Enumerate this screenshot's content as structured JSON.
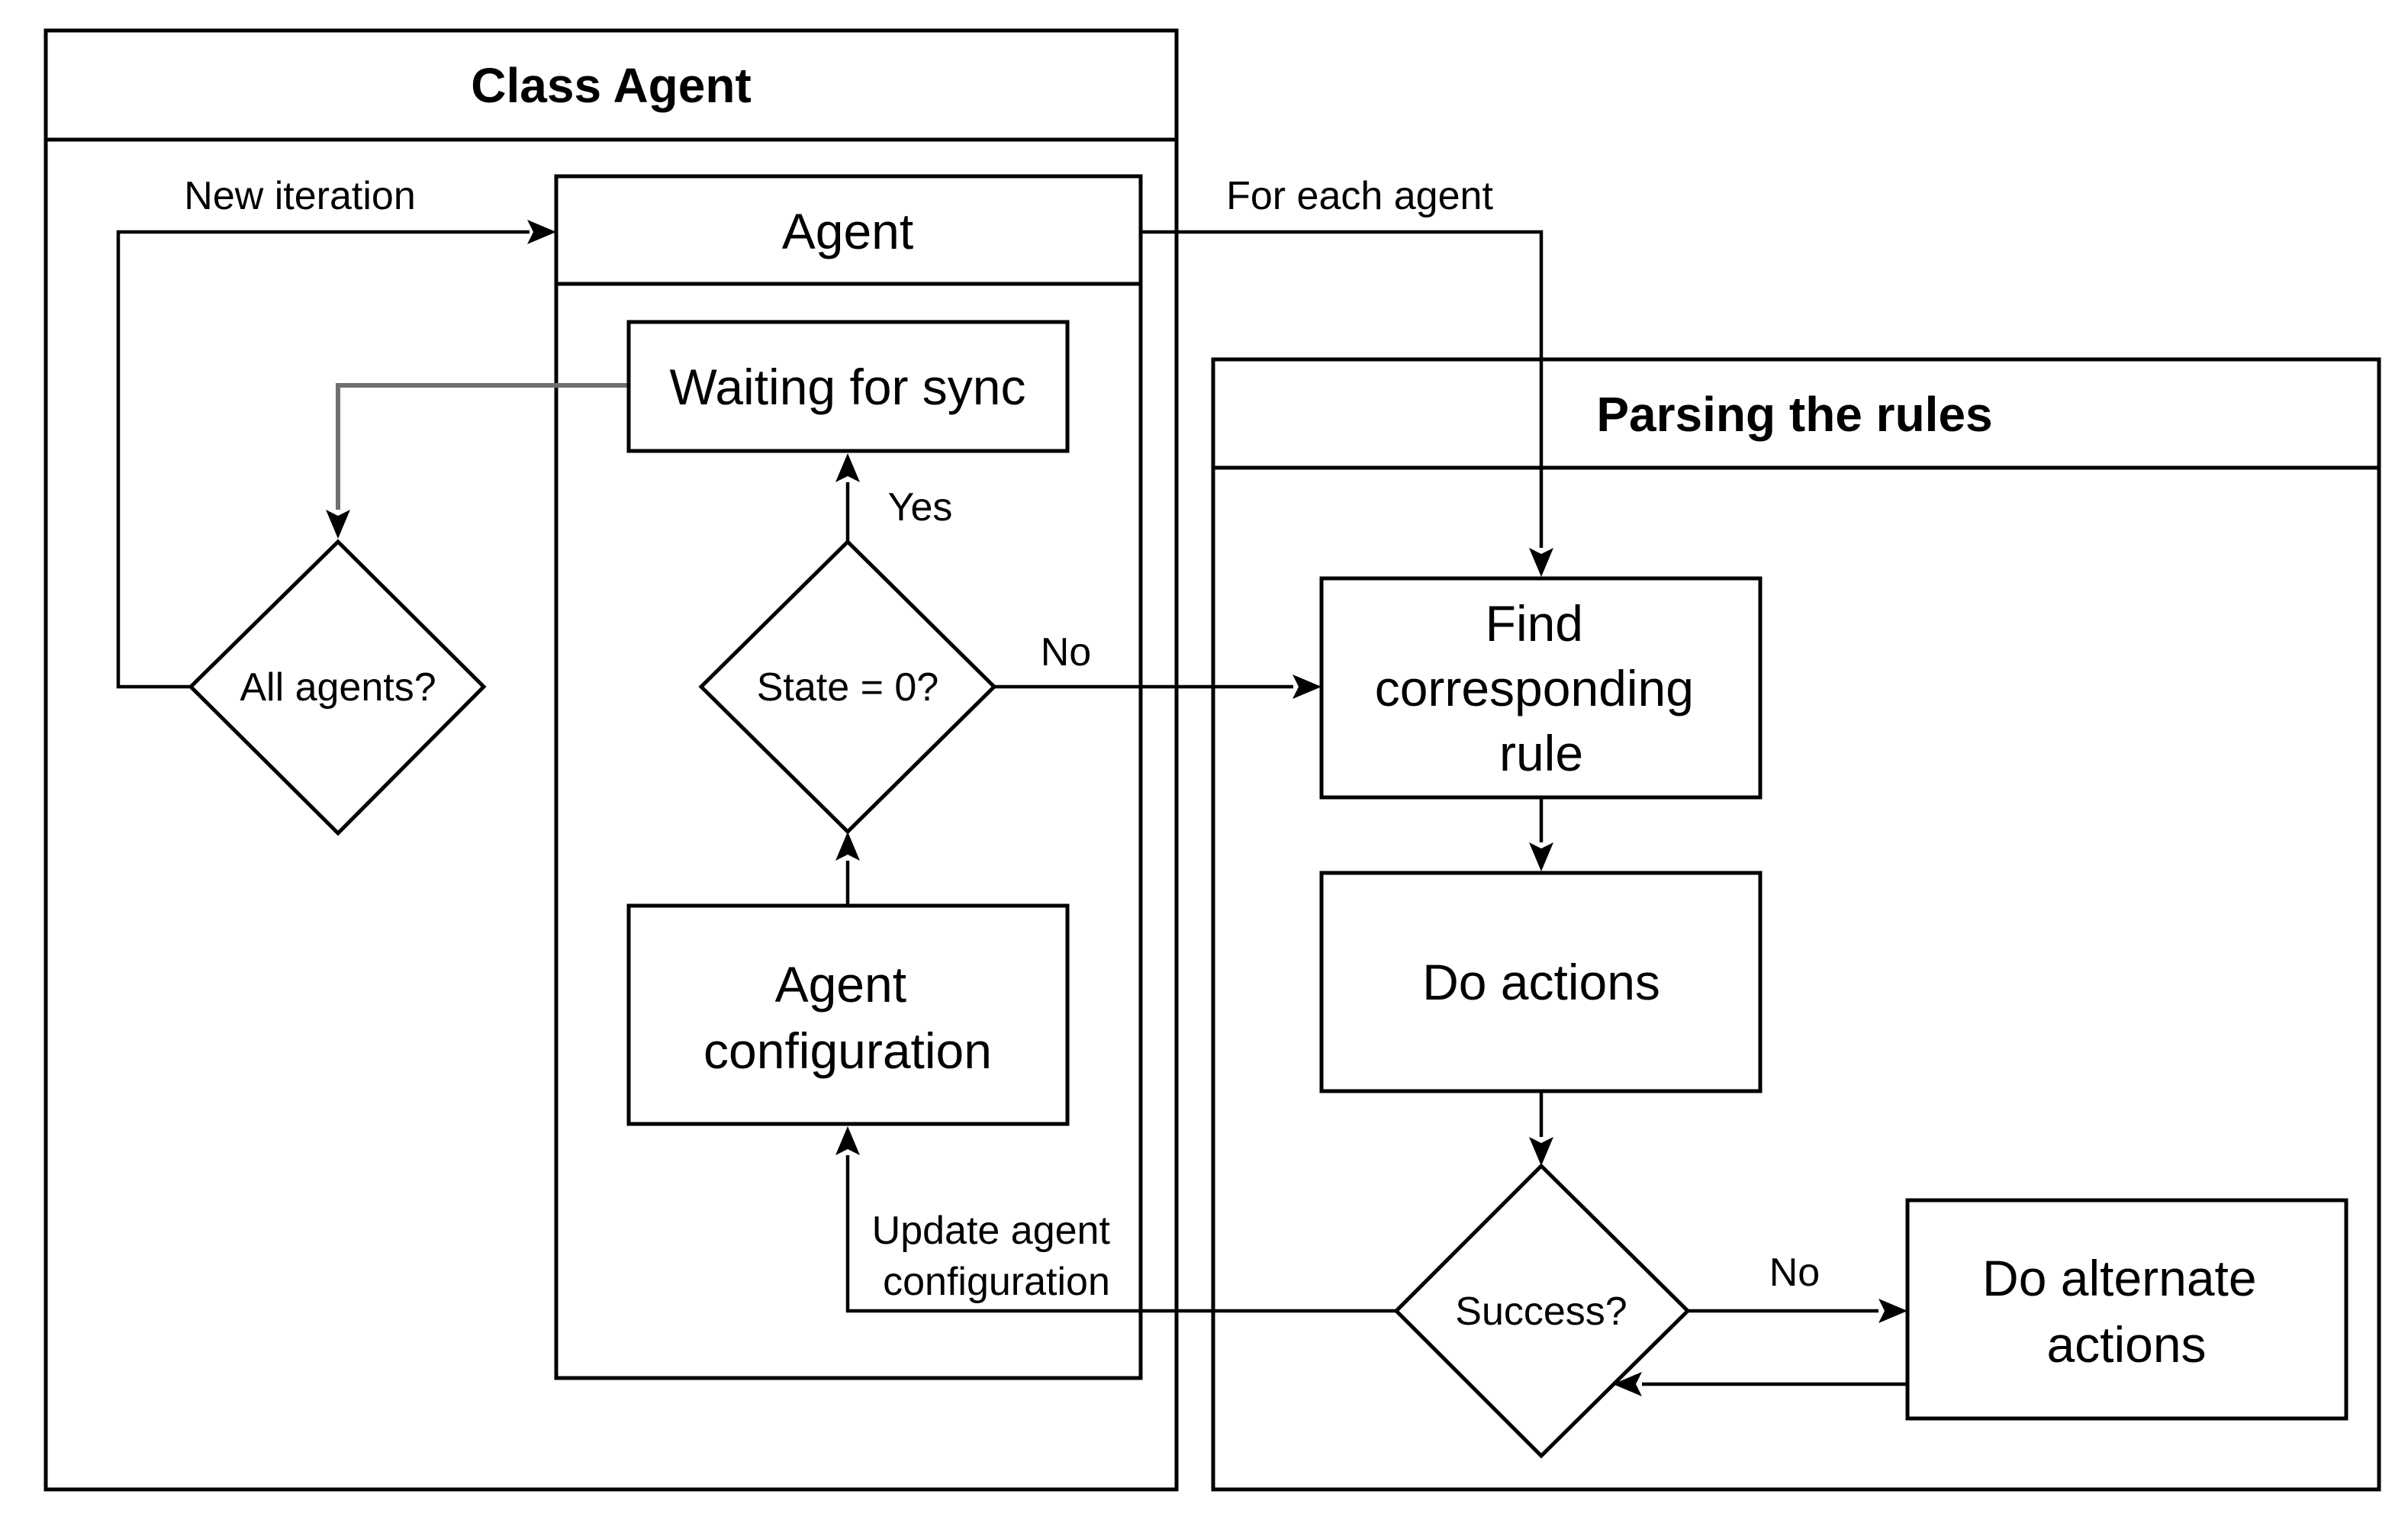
{
  "swimlanes": {
    "class_agent": {
      "title": "Class Agent"
    },
    "parsing_rules": {
      "title": "Parsing the rules"
    }
  },
  "agent_container": {
    "title": "Agent"
  },
  "nodes": {
    "waiting_for_sync": {
      "lines": [
        "Waiting for sync"
      ]
    },
    "state_check": {
      "lines": [
        "State = 0?"
      ]
    },
    "agent_configuration": {
      "lines": [
        "Agent",
        "configuration"
      ]
    },
    "all_agents": {
      "lines": [
        "All agents?"
      ]
    },
    "find_rule": {
      "lines": [
        "Find",
        "corresponding",
        "rule"
      ]
    },
    "do_actions": {
      "lines": [
        "Do actions"
      ]
    },
    "success_check": {
      "lines": [
        "Success?"
      ]
    },
    "do_alternate_actions": {
      "lines": [
        "Do alternate",
        "actions"
      ]
    }
  },
  "edge_labels": {
    "new_iteration": {
      "lines": [
        "New iteration"
      ]
    },
    "for_each_agent": {
      "lines": [
        "For each agent"
      ]
    },
    "yes": {
      "lines": [
        "Yes"
      ]
    },
    "no_state": {
      "lines": [
        "No"
      ]
    },
    "no_success": {
      "lines": [
        "No"
      ]
    },
    "update_agent_configuration": {
      "lines": [
        "Update agent",
        "configuration"
      ]
    }
  },
  "colors": {
    "stroke": "#000000",
    "background": "#ffffff",
    "sync_connector": "#6f6f6f"
  }
}
